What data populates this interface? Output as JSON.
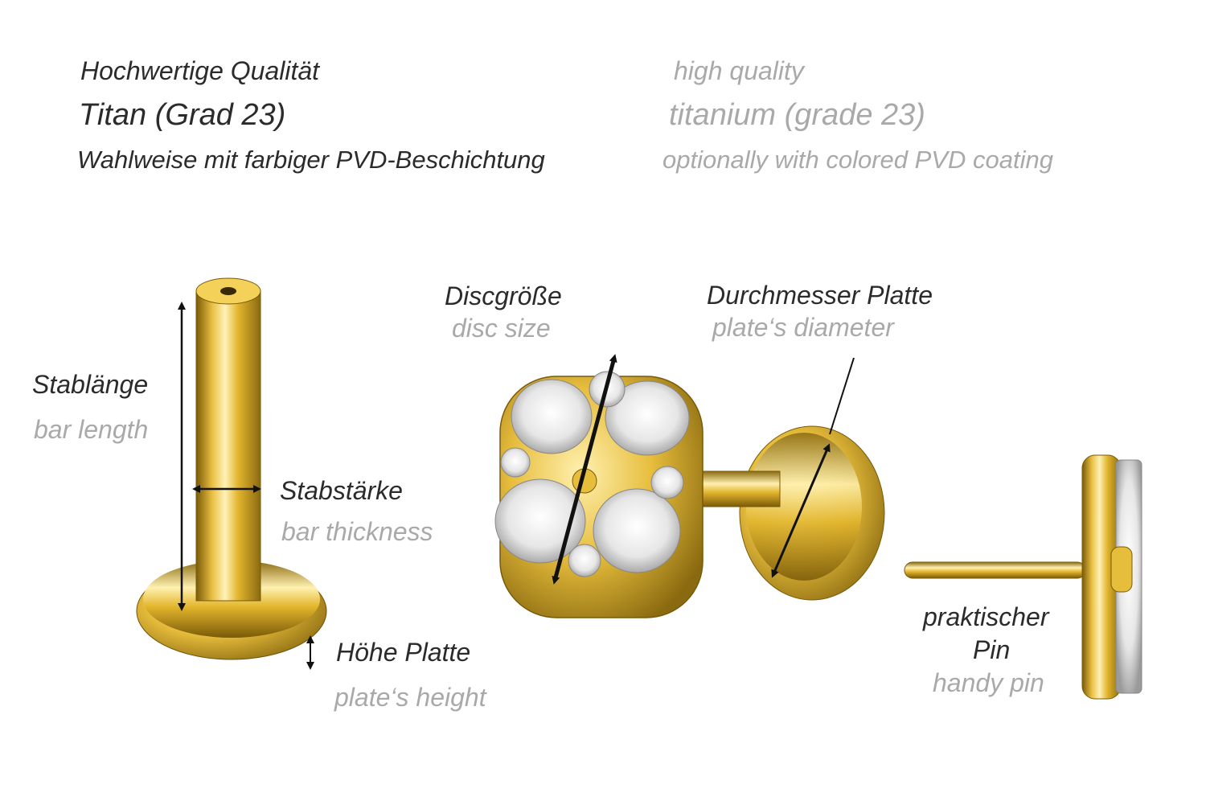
{
  "header": {
    "de": {
      "quality": "Hochwertige Qualität",
      "material": "Titan (Grad 23)",
      "coating": "Wahlweise mit farbiger PVD-Beschichtung"
    },
    "en": {
      "quality": "high quality",
      "material": "titanium (grade 23)",
      "coating": "optionally with colored PVD coating"
    }
  },
  "labels": {
    "bar_length": {
      "de": "Stablänge",
      "en": "bar length"
    },
    "bar_thickness": {
      "de": "Stabstärke",
      "en": "bar thickness"
    },
    "plate_height": {
      "de": "Höhe Platte",
      "en": "plate‘s height"
    },
    "disc_size": {
      "de": "Discgröße",
      "en": "disc size"
    },
    "plate_diameter": {
      "de": "Durchmesser Platte",
      "en": "plate‘s diameter"
    },
    "handy_pin": {
      "de_line1": "praktischer",
      "de_line2": "Pin",
      "en": "handy pin"
    }
  },
  "colors": {
    "gold": "#e2b52c",
    "gold_dark": "#8a6a10",
    "gold_light": "#fff1b0",
    "text_de": "#2b2b2b",
    "text_en": "#a9a9a9"
  }
}
